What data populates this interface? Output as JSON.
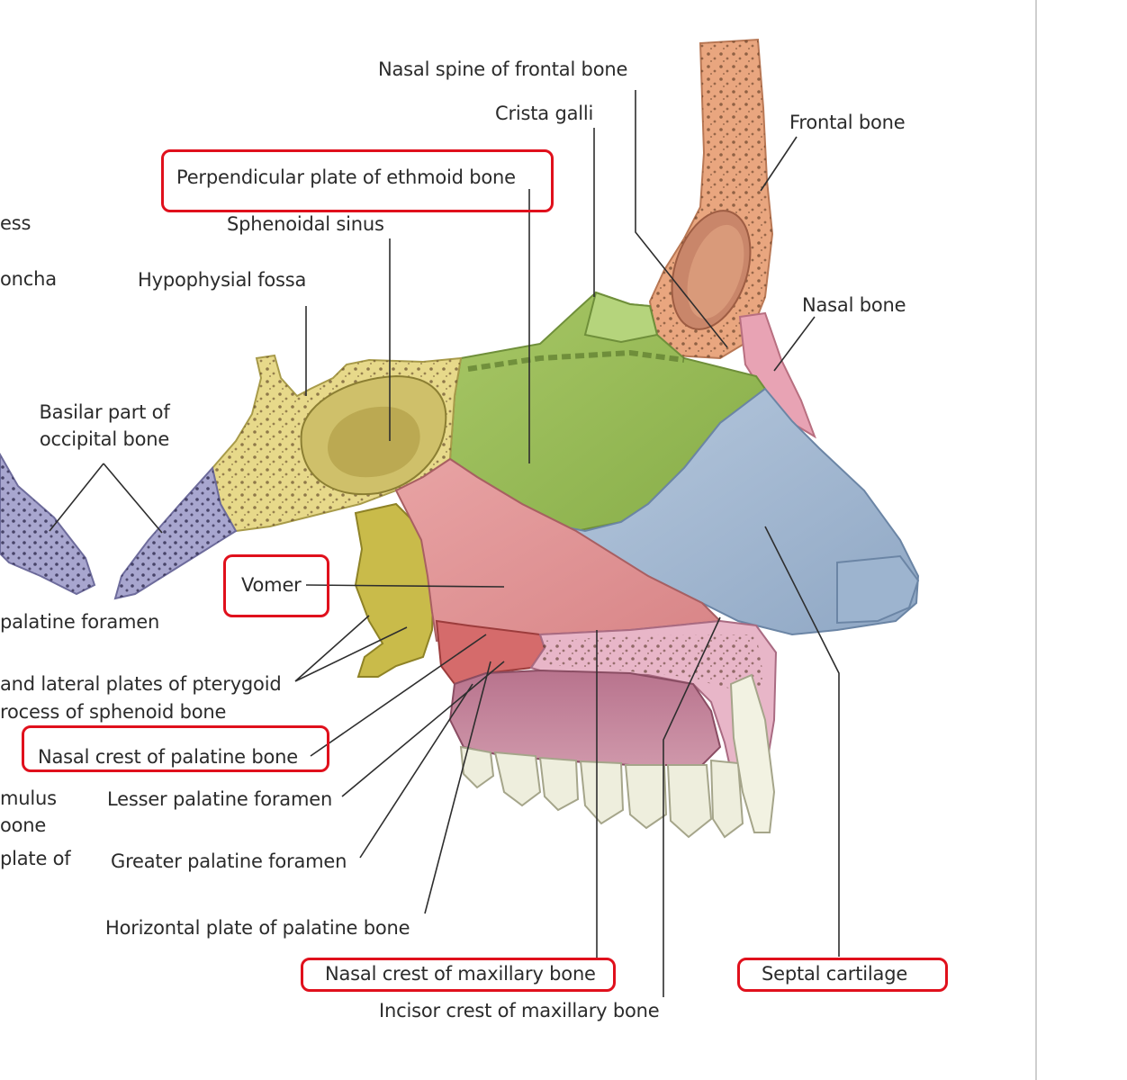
{
  "colors": {
    "highlight": "#e0101c",
    "frontal_bone": "#e9a67f",
    "ethmoid": "#9cbf5a",
    "sphenoid": "#e7d98a",
    "vomer": "#e2979a",
    "septal_cartilage": "#a9bfd8",
    "palatine": "#d56b6b",
    "maxilla": "#e8b6c8",
    "occipital": "#a8a6cf",
    "pterygoid": "#c9bb4a",
    "teeth": "#eeeedd"
  },
  "labels": {
    "nasal_spine_frontal": "Nasal spine of frontal bone",
    "crista_galli": "Crista galli",
    "frontal_bone": "Frontal bone",
    "perpendicular_plate": "Perpendicular plate of ethmoid bone",
    "sphenoidal_sinus": "Sphenoidal sinus",
    "hypophysial_fossa": "Hypophysial fossa",
    "nasal_bone": "Nasal bone",
    "basilar_part": "Basilar part of\noccipital bone",
    "vomer": "Vomer",
    "septal_cartilage": "Septal cartilage",
    "pterygoid_plates_line1": "and lateral plates of pterygoid",
    "pterygoid_plates_line2": "rocess of sphenoid bone",
    "nasal_crest_palatine": "Nasal crest of palatine bone",
    "lesser_palatine_foramen": "Lesser palatine foramen",
    "greater_palatine_foramen": "Greater palatine foramen",
    "horizontal_plate": "Horizontal plate of palatine bone",
    "nasal_crest_maxillary": "Nasal crest of maxillary bone",
    "incisor_crest": "Incisor crest of maxillary bone",
    "cut_ess": "ess",
    "cut_oncha": "oncha",
    "cut_palatine_foramen": "palatine foramen",
    "cut_mulus": "mulus",
    "cut_oone": "oone",
    "cut_plate_of": "plate of"
  },
  "highlighted_labels": [
    "Perpendicular plate of ethmoid bone",
    "Vomer",
    "Nasal crest of palatine bone",
    "Nasal crest of maxillary bone",
    "Septal cartilage"
  ]
}
